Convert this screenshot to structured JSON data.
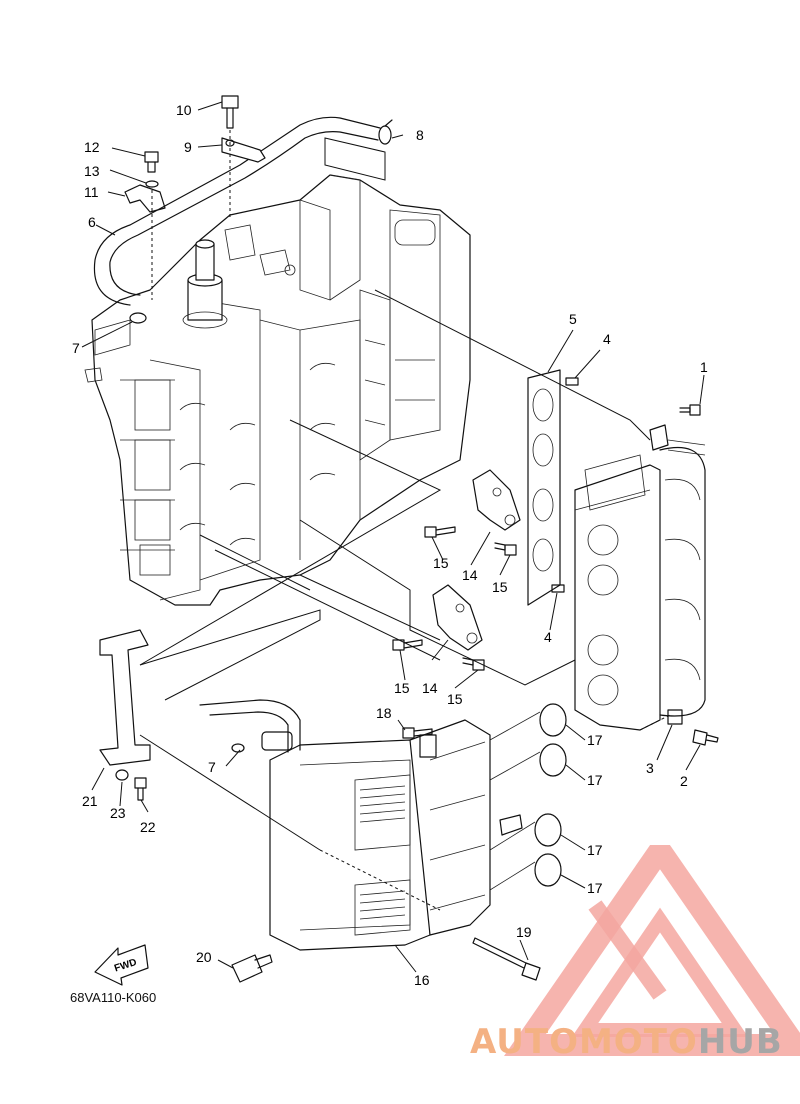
{
  "diagram": {
    "reference_code": "68VA110-K060",
    "fwd_label": "FWD",
    "callouts": [
      {
        "id": "c1",
        "text": "1"
      },
      {
        "id": "c2",
        "text": "2"
      },
      {
        "id": "c3",
        "text": "3"
      },
      {
        "id": "c4a",
        "text": "4"
      },
      {
        "id": "c4b",
        "text": "4"
      },
      {
        "id": "c5",
        "text": "5"
      },
      {
        "id": "c6",
        "text": "6"
      },
      {
        "id": "c7a",
        "text": "7"
      },
      {
        "id": "c7b",
        "text": "7"
      },
      {
        "id": "c8",
        "text": "8"
      },
      {
        "id": "c9",
        "text": "9"
      },
      {
        "id": "c10",
        "text": "10"
      },
      {
        "id": "c11",
        "text": "11"
      },
      {
        "id": "c12",
        "text": "12"
      },
      {
        "id": "c13",
        "text": "13"
      },
      {
        "id": "c14a",
        "text": "14"
      },
      {
        "id": "c14b",
        "text": "14"
      },
      {
        "id": "c15a",
        "text": "15"
      },
      {
        "id": "c15b",
        "text": "15"
      },
      {
        "id": "c15c",
        "text": "15"
      },
      {
        "id": "c15d",
        "text": "15"
      },
      {
        "id": "c16",
        "text": "16"
      },
      {
        "id": "c17a",
        "text": "17"
      },
      {
        "id": "c17b",
        "text": "17"
      },
      {
        "id": "c17c",
        "text": "17"
      },
      {
        "id": "c17d",
        "text": "17"
      },
      {
        "id": "c18",
        "text": "18"
      },
      {
        "id": "c19",
        "text": "19"
      },
      {
        "id": "c20",
        "text": "20"
      },
      {
        "id": "c21",
        "text": "21"
      },
      {
        "id": "c22",
        "text": "22"
      },
      {
        "id": "c23",
        "text": "23"
      }
    ]
  },
  "watermark": {
    "part1": "AUTOMOTO",
    "part2": "HUB",
    "color_primary": "#f4b183",
    "color_secondary": "#a6a6a6",
    "logo_color": "#f4a7a0"
  }
}
